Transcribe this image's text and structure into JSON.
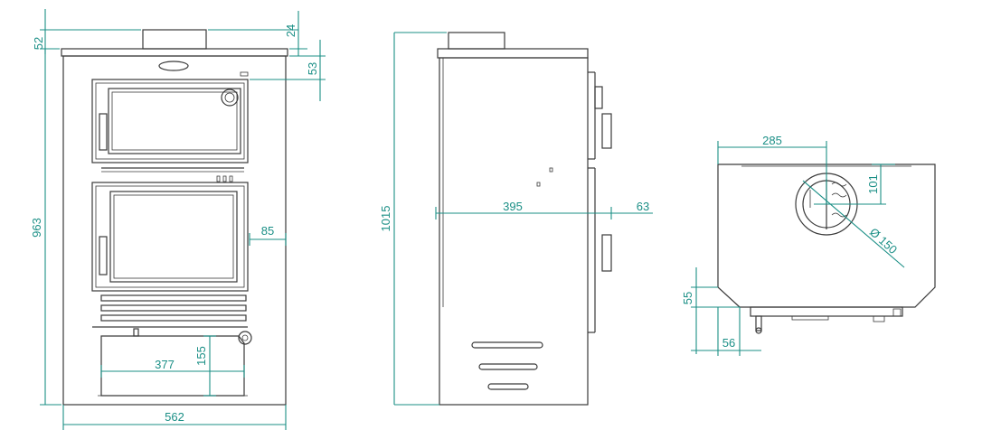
{
  "dimensions": {
    "front": {
      "top_offset": "52",
      "flue_offset": "24",
      "door_top": "53",
      "total_height": "963",
      "side_margin": "85",
      "drawer_width": "377",
      "drawer_height": "155",
      "total_width": "562"
    },
    "side": {
      "total_height": "1015",
      "depth": "395",
      "handle_depth": "63"
    },
    "top": {
      "flue_center_x": "285",
      "flue_center_y": "101",
      "flue_diameter": "Ø 150",
      "corner_height": "55",
      "corner_width": "56"
    }
  },
  "colors": {
    "outline": "#3a3a3a",
    "dimension": "#1b8f86",
    "background": "#ffffff"
  }
}
